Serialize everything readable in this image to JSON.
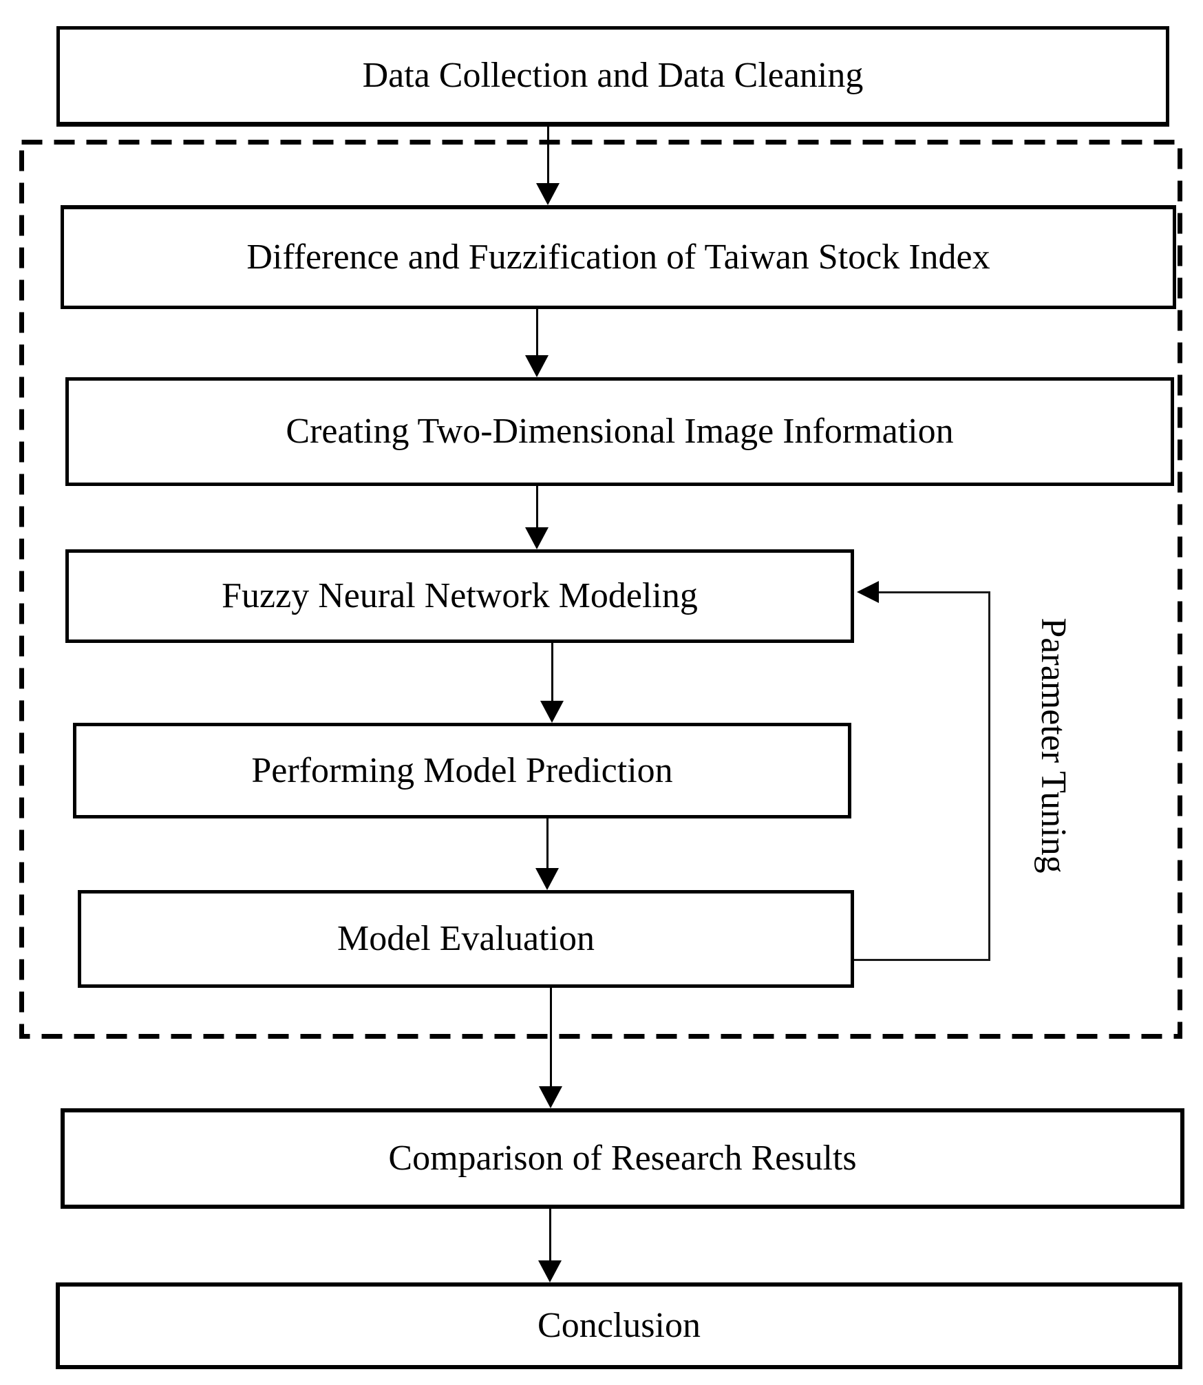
{
  "figure": {
    "type": "flowchart",
    "boxes": [
      {
        "id": "data-collection",
        "label": "Data Collection and Data Cleaning"
      },
      {
        "id": "difference-fuzzification",
        "label": "Difference and Fuzzification of Taiwan Stock Index"
      },
      {
        "id": "two-dimensional-image",
        "label": "Creating Two-Dimensional Image Information"
      },
      {
        "id": "fuzzy-neural-network",
        "label": "Fuzzy Neural Network Modeling"
      },
      {
        "id": "model-prediction",
        "label": "Performing Model Prediction"
      },
      {
        "id": "model-evaluation",
        "label": "Model Evaluation"
      },
      {
        "id": "comparison",
        "label": "Comparison of Research Results"
      },
      {
        "id": "conclusion",
        "label": "Conclusion"
      }
    ],
    "edges": [
      {
        "from": "data-collection",
        "to": "difference-fuzzification"
      },
      {
        "from": "difference-fuzzification",
        "to": "two-dimensional-image"
      },
      {
        "from": "two-dimensional-image",
        "to": "fuzzy-neural-network"
      },
      {
        "from": "fuzzy-neural-network",
        "to": "model-prediction"
      },
      {
        "from": "model-prediction",
        "to": "model-evaluation"
      },
      {
        "from": "model-evaluation",
        "to": "fuzzy-neural-network",
        "type": "feedback",
        "label": "Parameter Tuning"
      },
      {
        "from": "model-evaluation",
        "to": "comparison"
      },
      {
        "from": "comparison",
        "to": "conclusion"
      }
    ],
    "feedback_label": "Parameter Tuning",
    "colors": {
      "line": "#000000",
      "background": "#ffffff",
      "text": "#000000"
    }
  }
}
